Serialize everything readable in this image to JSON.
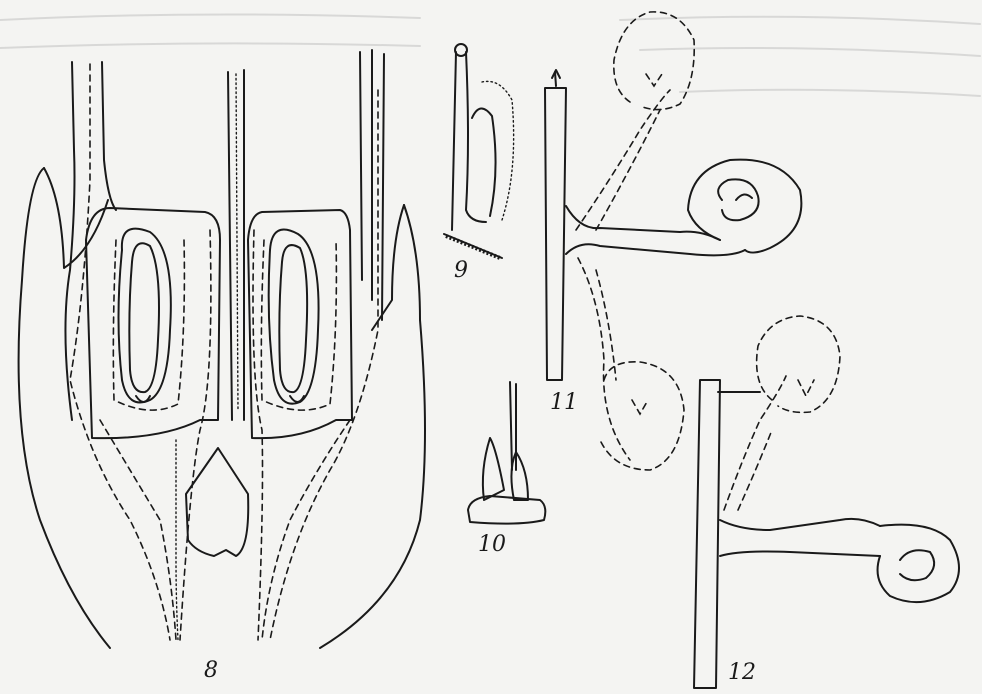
{
  "figure_labels": {
    "fig8": "8",
    "fig9": "9",
    "fig10": "10",
    "fig11": "11",
    "fig12": "12"
  },
  "colors": {
    "paper": "#f4f4f2",
    "ink": "#1a1a1a"
  }
}
